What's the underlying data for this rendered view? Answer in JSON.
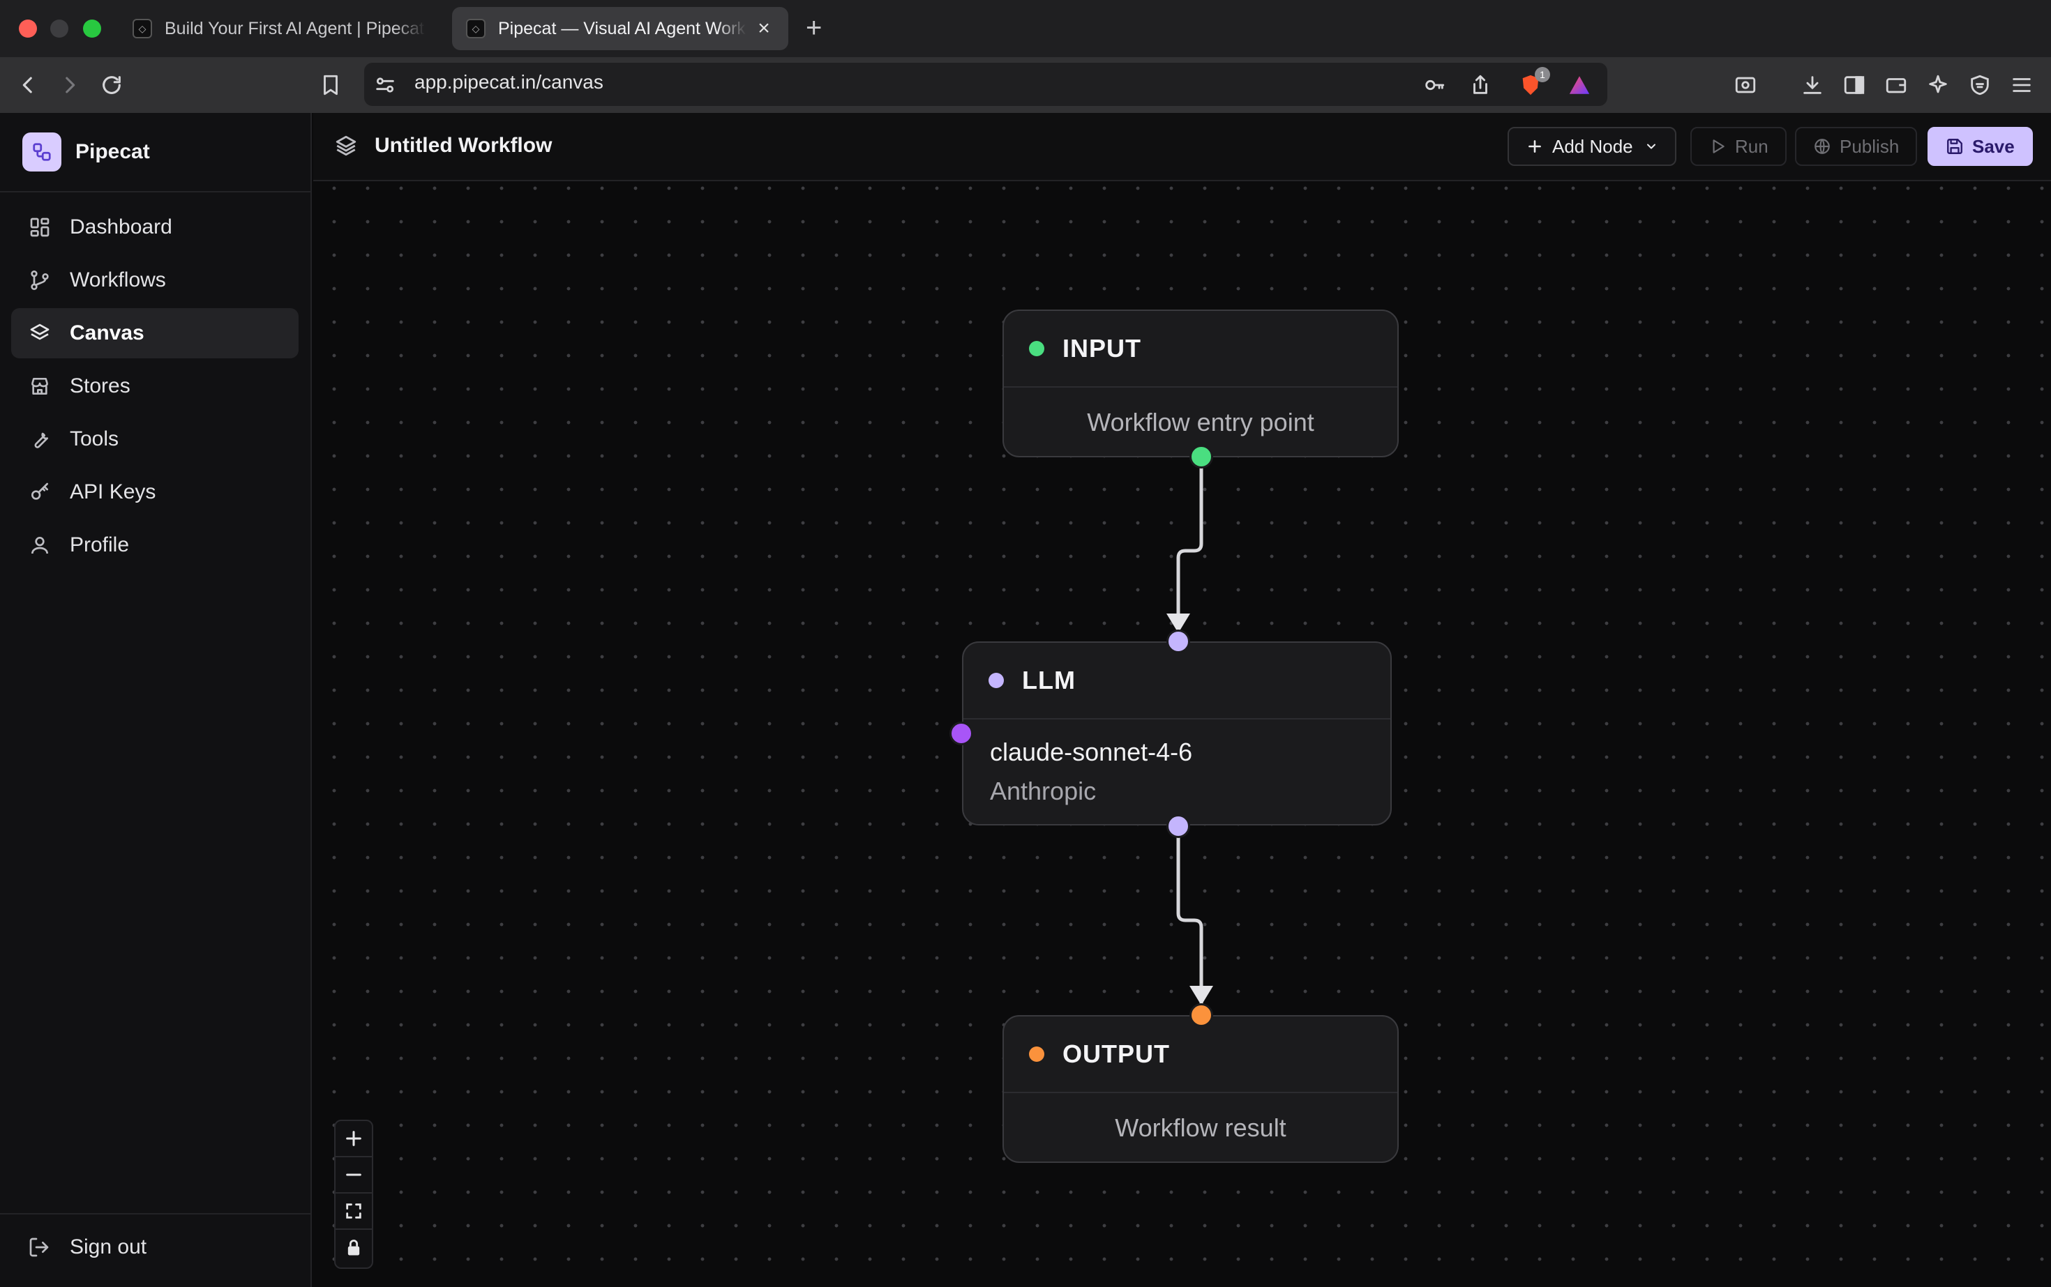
{
  "browser": {
    "tabs": [
      {
        "title": "Build Your First AI Agent | Pipecat Tutorial",
        "active": false
      },
      {
        "title": "Pipecat — Visual AI Agent Workflow Builder",
        "active": true
      }
    ],
    "url": "app.pipecat.in/canvas",
    "shield_badge_count": "1"
  },
  "sidebar": {
    "brand": "Pipecat",
    "items": [
      {
        "label": "Dashboard",
        "icon": "grid-icon"
      },
      {
        "label": "Workflows",
        "icon": "git-branch-icon"
      },
      {
        "label": "Canvas",
        "icon": "layers-icon",
        "active": true
      },
      {
        "label": "Stores",
        "icon": "store-icon"
      },
      {
        "label": "Tools",
        "icon": "wrench-icon"
      },
      {
        "label": "API Keys",
        "icon": "key-icon"
      },
      {
        "label": "Profile",
        "icon": "user-icon"
      }
    ],
    "signout": "Sign out"
  },
  "topbar": {
    "title": "Untitled Workflow",
    "add_node": "Add Node",
    "run": "Run",
    "publish": "Publish",
    "save": "Save"
  },
  "nodes": {
    "input": {
      "type": "INPUT",
      "description": "Workflow entry point",
      "color": "#4ade80"
    },
    "llm": {
      "type": "LLM",
      "model": "claude-sonnet-4-6",
      "provider": "Anthropic",
      "color": "#c4b5fd"
    },
    "output": {
      "type": "OUTPUT",
      "description": "Workflow result",
      "color": "#fb923c"
    }
  },
  "colors": {
    "accent": "#cfc2ff",
    "llm_tool_handle": "#a855f7"
  }
}
